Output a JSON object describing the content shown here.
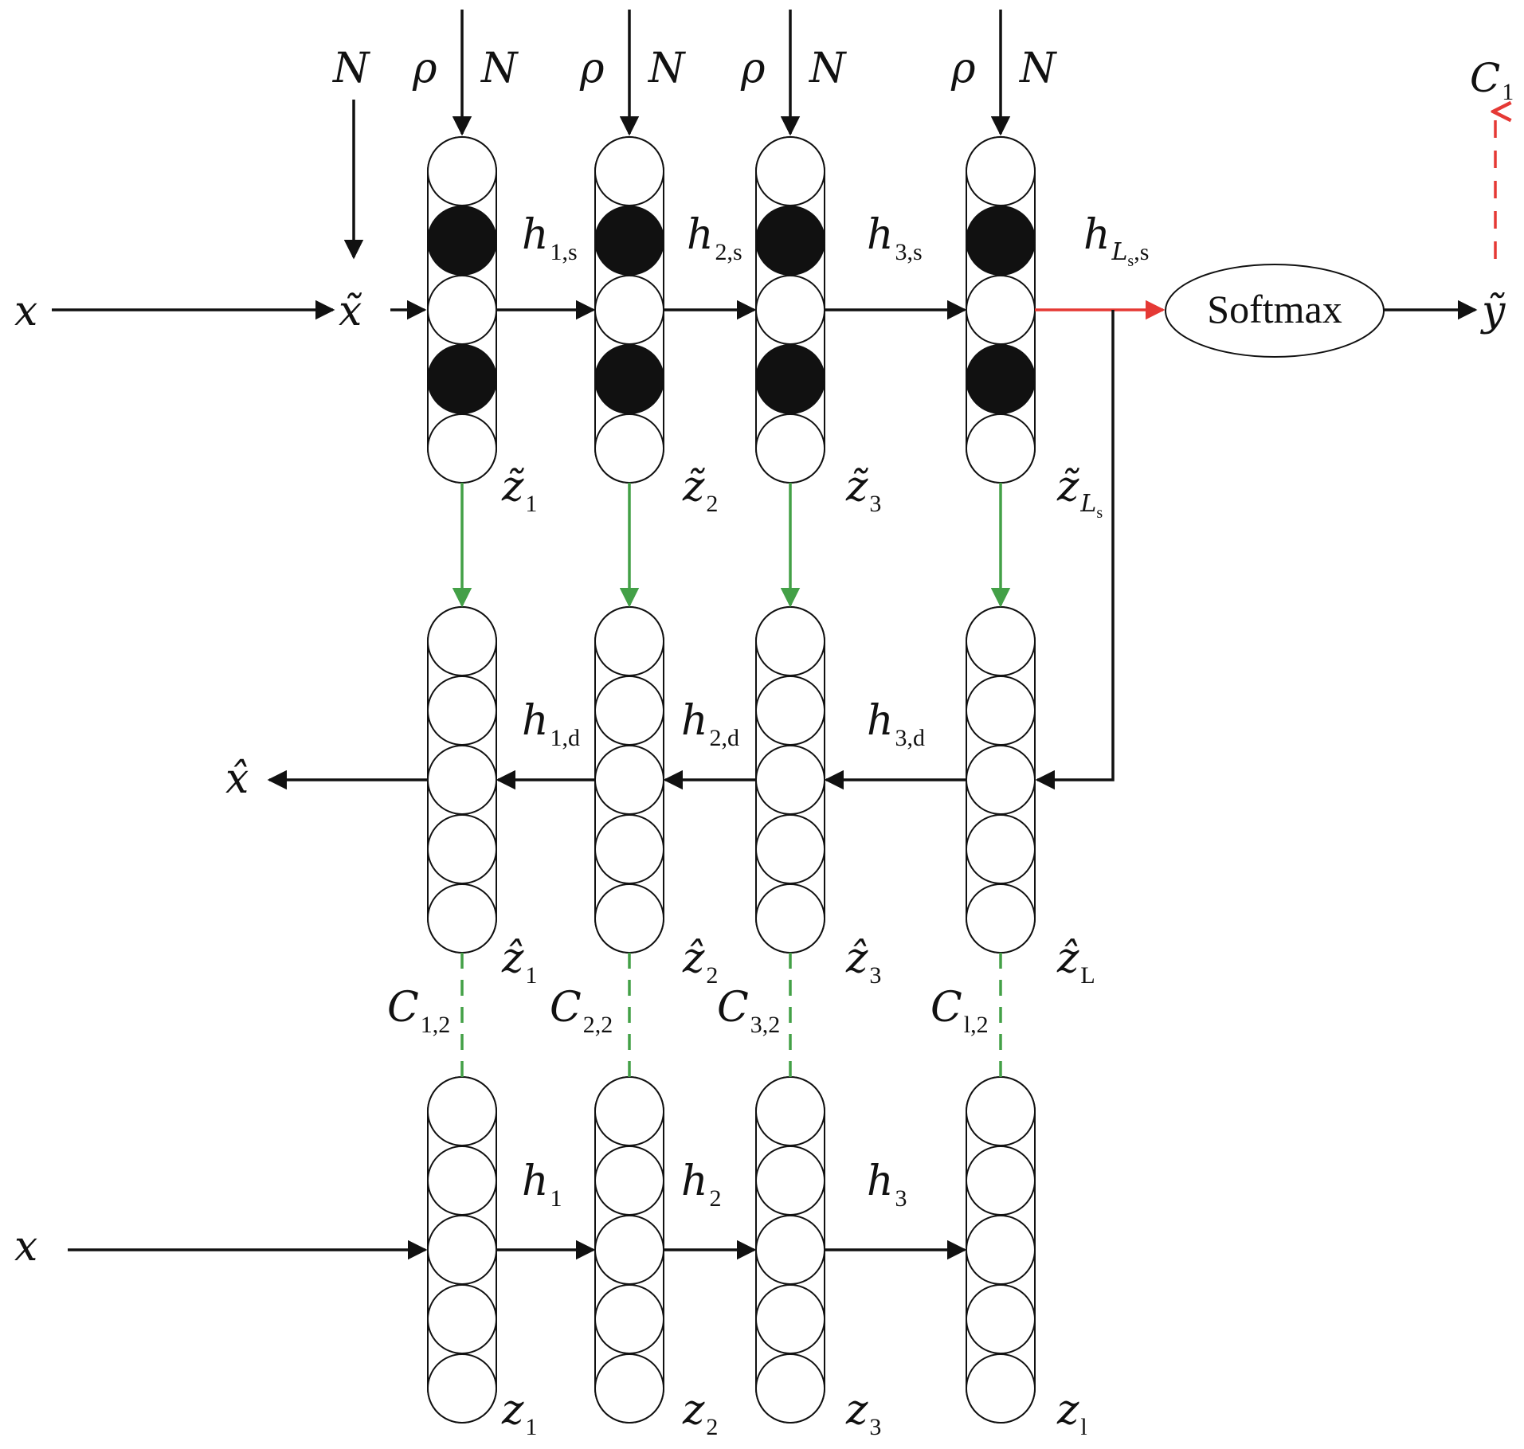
{
  "colors": {
    "stroke": "#111111",
    "filled_neuron": "#111111",
    "empty_neuron": "#ffffff",
    "red": "#e53935",
    "green": "#43a047"
  },
  "inputs": {
    "x_top": "x",
    "x_tilde": "x̃",
    "x_bottom": "x",
    "x_hat": "x̂",
    "noise_n": "N"
  },
  "encoder_noisy": {
    "columns": [
      {
        "rho": "ρ",
        "n": "N",
        "z": "z̃",
        "z_sub": "1",
        "pattern": [
          0,
          1,
          0,
          1,
          0
        ]
      },
      {
        "rho": "ρ",
        "n": "N",
        "z": "z̃",
        "z_sub": "2",
        "pattern": [
          0,
          1,
          0,
          1,
          0
        ]
      },
      {
        "rho": "ρ",
        "n": "N",
        "z": "z̃",
        "z_sub": "3",
        "pattern": [
          0,
          1,
          0,
          1,
          0
        ]
      },
      {
        "rho": "ρ",
        "n": "N",
        "z": "z̃",
        "z_sub": "L",
        "z_subsub": "s",
        "pattern": [
          0,
          1,
          0,
          1,
          0
        ]
      }
    ],
    "h_labels": [
      {
        "h": "h",
        "sub": "1,s"
      },
      {
        "h": "h",
        "sub": "2,s"
      },
      {
        "h": "h",
        "sub": "3,s"
      },
      {
        "h": "h",
        "sub_main": "L",
        "sub_sub": "s",
        "sub_tail": ",s"
      }
    ]
  },
  "decoder": {
    "columns": [
      {
        "z": "ẑ",
        "z_sub": "1"
      },
      {
        "z": "ẑ",
        "z_sub": "2"
      },
      {
        "z": "ẑ",
        "z_sub": "3"
      },
      {
        "z": "ẑ",
        "z_sub": "L"
      }
    ],
    "h_labels": [
      {
        "h": "h",
        "sub": "1,d"
      },
      {
        "h": "h",
        "sub": "2,d"
      },
      {
        "h": "h",
        "sub": "3,d"
      }
    ]
  },
  "costs": [
    {
      "c": "C",
      "sub": "1,2"
    },
    {
      "c": "C",
      "sub": "2,2"
    },
    {
      "c": "C",
      "sub": "3,2"
    },
    {
      "c": "C",
      "sub": "l,2"
    }
  ],
  "encoder_clean": {
    "columns": [
      {
        "z": "z",
        "z_sub": "1"
      },
      {
        "z": "z",
        "z_sub": "2"
      },
      {
        "z": "z",
        "z_sub": "3"
      },
      {
        "z": "z",
        "z_sub": "l"
      }
    ],
    "h_labels": [
      {
        "h": "h",
        "sub": "1"
      },
      {
        "h": "h",
        "sub": "2"
      },
      {
        "h": "h",
        "sub": "3"
      }
    ]
  },
  "output": {
    "softmax_label": "Softmax",
    "y_tilde": "ỹ",
    "c1": "C",
    "c1_sub": "1"
  }
}
